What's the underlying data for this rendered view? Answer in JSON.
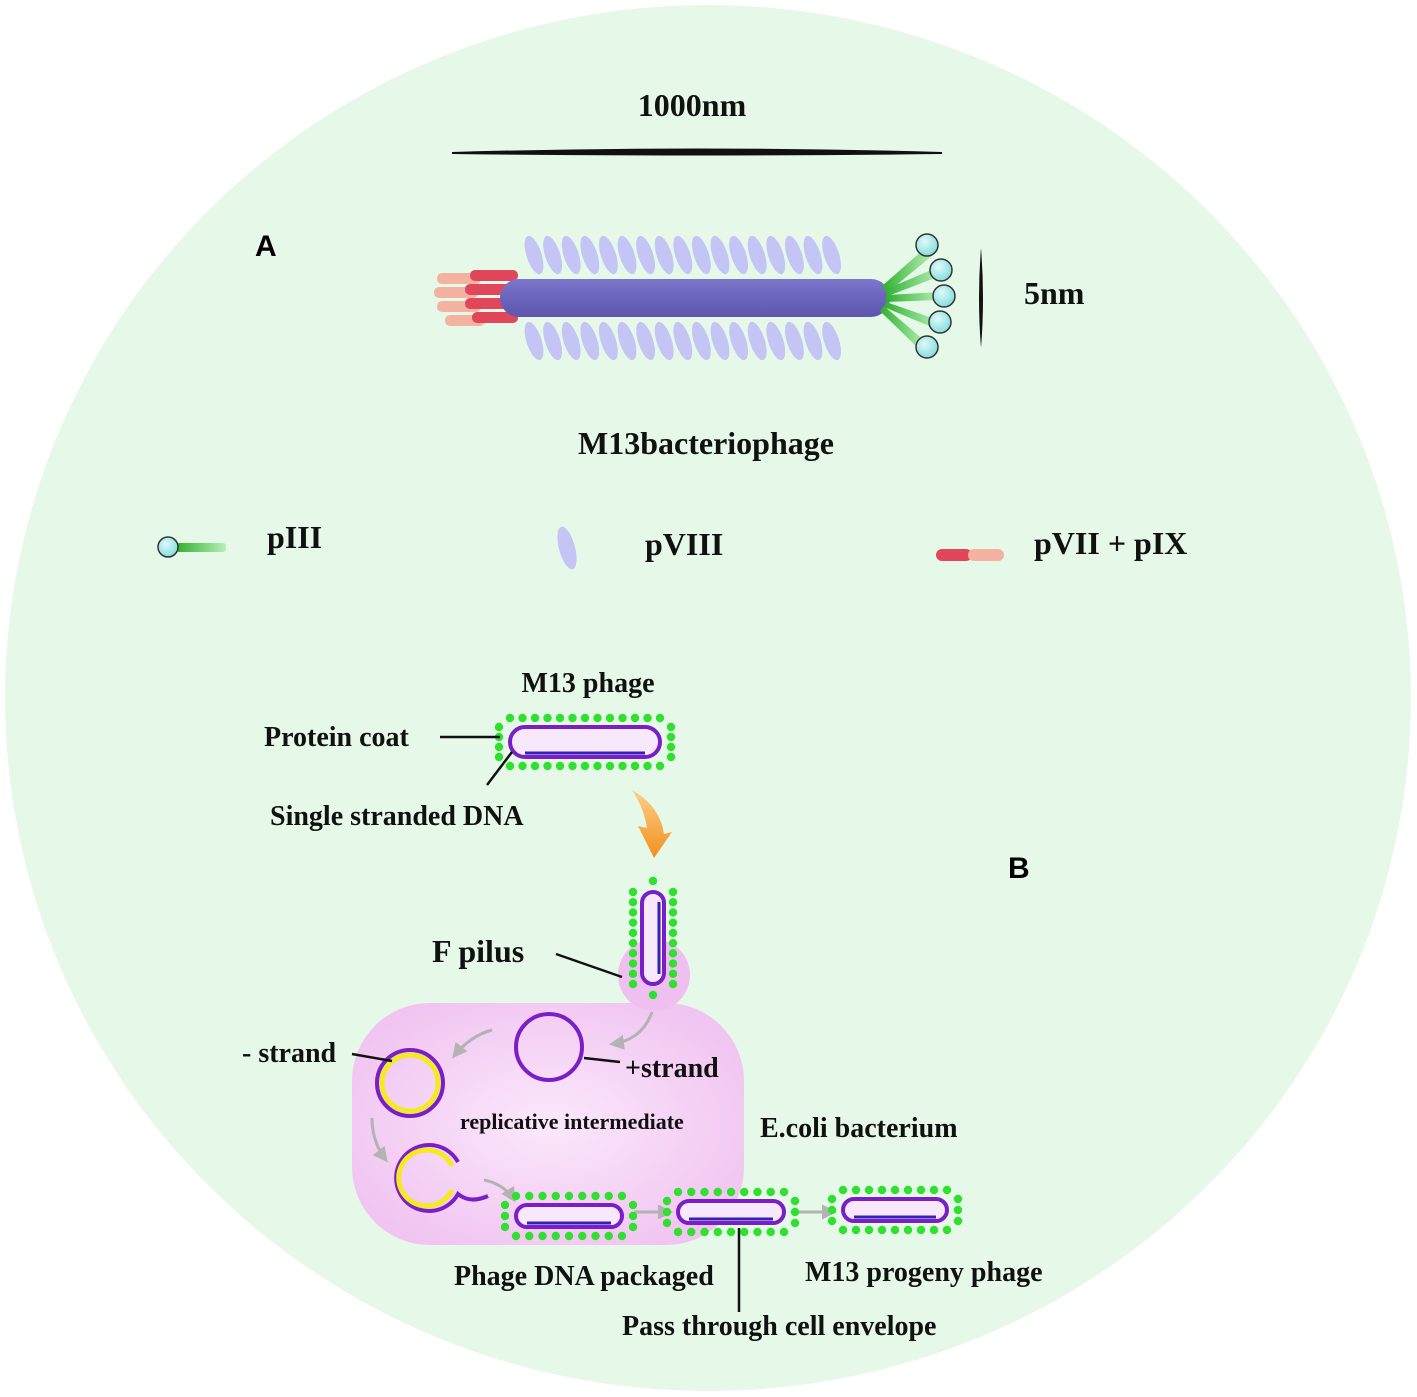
{
  "panel_a": {
    "label": "A",
    "scale_bar_length": "1000nm",
    "scale_bar_width": "5nm",
    "title": "M13bacteriophage",
    "legend": {
      "p3": "pIII",
      "p8": "pVIII",
      "p7p9": "pVII + pIX"
    }
  },
  "panel_b": {
    "label": "B",
    "phage_title": "M13 phage",
    "protein_coat": "Protein coat",
    "ssdna": "Single stranded DNA",
    "f_pilus": "F pilus",
    "minus_strand": "- strand",
    "plus_strand": "+strand",
    "replicative": "replicative intermediate",
    "ecoli": "E.coli bacterium",
    "packaged": "Phage DNA packaged",
    "envelope": "Pass through cell envelope",
    "progeny": "M13 progeny phage"
  },
  "colors": {
    "background_circle": "#e6f9e9",
    "phage_body": "#6e68bf",
    "coat_p8": "#c5c5f5",
    "p3_head": "#8fe3e3",
    "p3_stalk": "#4fc64f",
    "p7": "#e2465a",
    "p9": "#f4b3a0",
    "coat_dots": "#2fe02f",
    "dna_outline": "#8a1fc8",
    "minus_strand": "#f3ea1f",
    "ecoli_cell": "#f1c5f1",
    "arrow_orange": "#f39a2a",
    "arrow_gray": "#b3b3b3"
  }
}
